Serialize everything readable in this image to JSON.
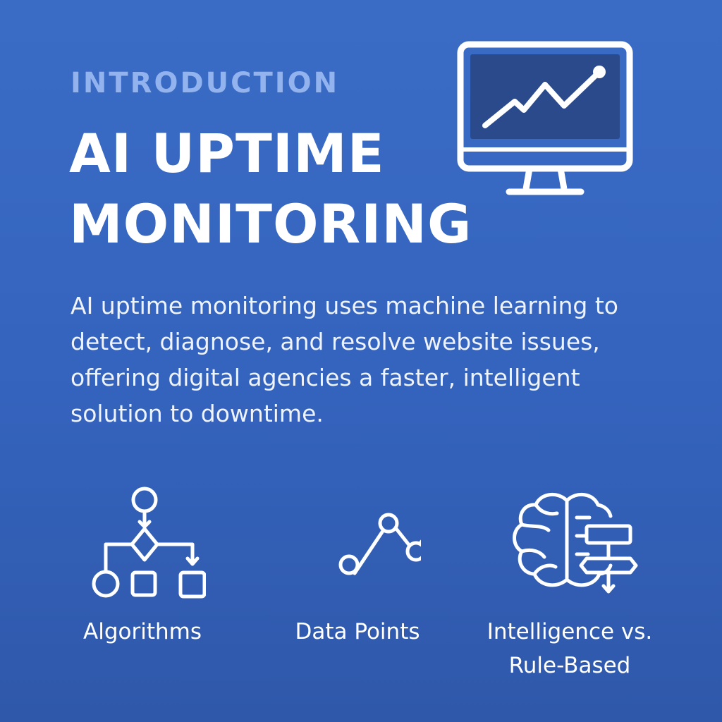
{
  "header": {
    "eyebrow": "INTRODUCTION",
    "title_line1": "AI UPTIME",
    "title_line2": "MONITORING"
  },
  "intro": {
    "description": "AI uptime monitoring uses machine learning to detect, diagnose, and resolve website issues, offering digital agencies a faster, intelligent solution to downtime."
  },
  "features": [
    {
      "label": "Algorithms",
      "icon": "flowchart-icon"
    },
    {
      "label": "Data Points",
      "icon": "line-graph-icon"
    },
    {
      "label": "Intelligence vs. Rule-Based",
      "icon": "brain-flowchart-icon"
    }
  ],
  "colors": {
    "background": "#3463bd",
    "accent_text": "#93b3ee",
    "monitor_screen": "#2a4a8c",
    "foreground": "#ffffff"
  }
}
